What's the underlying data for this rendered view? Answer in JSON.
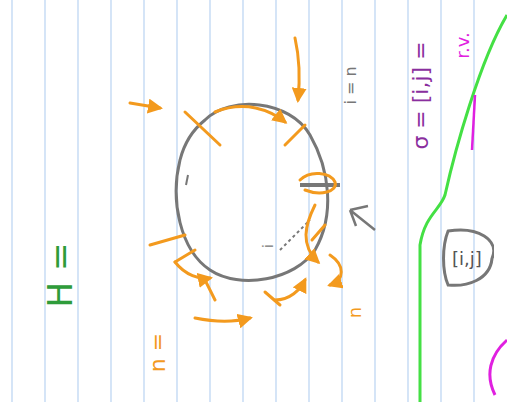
{
  "diagram": {
    "nodes": [
      {
        "text": [
          "[i,j]"
        ]
      }
    ],
    "labels": [
      "H =",
      "σ = [i,j] =",
      "r.v.",
      "i = n",
      "n",
      "n =",
      "i"
    ]
  }
}
